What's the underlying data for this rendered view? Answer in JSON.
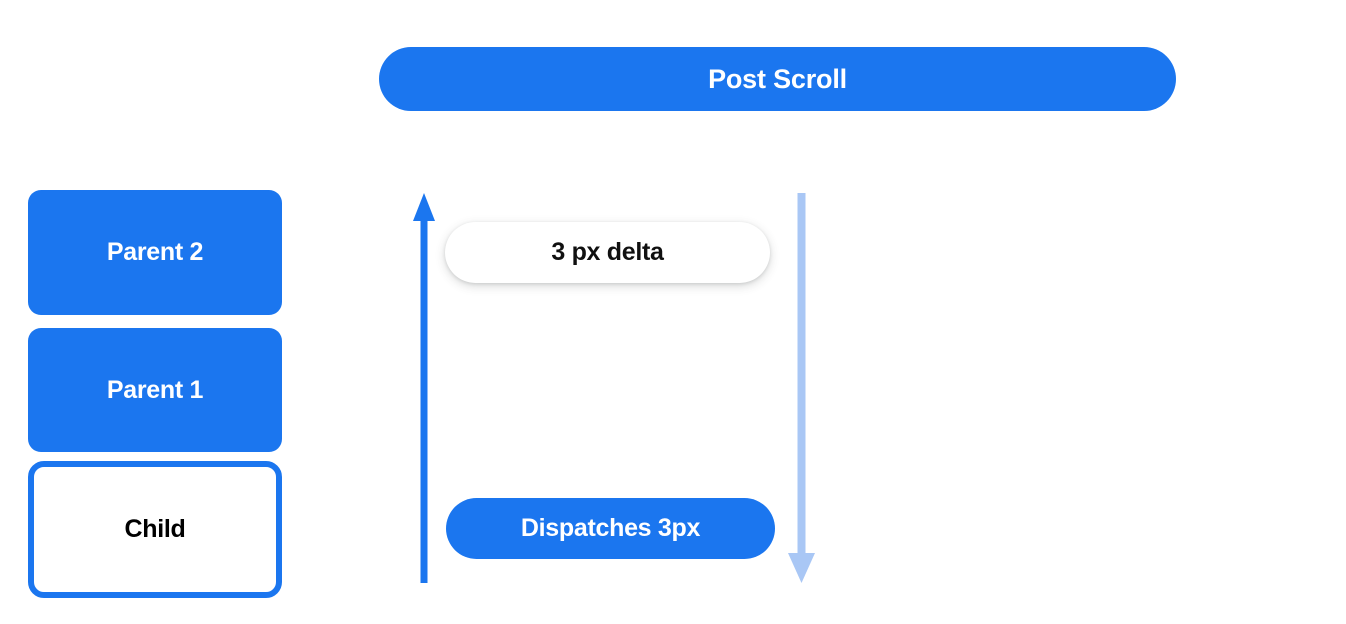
{
  "header": {
    "title": "Post Scroll"
  },
  "nodes": [
    {
      "label": "Parent 2",
      "style": "filled"
    },
    {
      "label": "Parent 1",
      "style": "filled"
    },
    {
      "label": "Child",
      "style": "outlined"
    }
  ],
  "annotations": {
    "delta_pill": "3 px delta",
    "dispatch_pill": "Dispatches 3px"
  },
  "arrows": {
    "up": {
      "name": "scroll-up-arrow",
      "direction": "up",
      "color": "#1b76ef"
    },
    "down": {
      "name": "scroll-down-arrow",
      "direction": "down",
      "color": "#a9c7f5"
    }
  },
  "colors": {
    "primary_blue": "#1b76ef",
    "light_blue": "#a9c7f5",
    "background": "#ffffff",
    "text_dark": "#101010",
    "text_light": "#ffffff"
  }
}
